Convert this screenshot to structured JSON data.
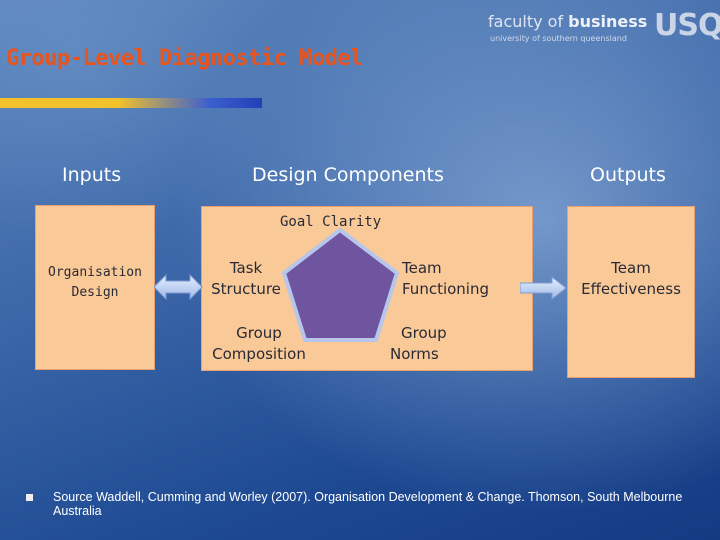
{
  "slide": {
    "title": "Group-Level Diagnostic Model"
  },
  "logo": {
    "faculty_prefix": "faculty of ",
    "faculty_bold": "business",
    "university": "university of southern queensland",
    "abbr": "USQ"
  },
  "columns": {
    "inputs": "Inputs",
    "design": "Design Components",
    "outputs": "Outputs"
  },
  "input_box": {
    "line1": "Organisation",
    "line2": "Design"
  },
  "design_box": {
    "goal": "Goal Clarity",
    "task": [
      "Task",
      "Structure"
    ],
    "team": [
      "Team",
      "Functioning"
    ],
    "composition": [
      "Group",
      "Composition"
    ],
    "norms": [
      "Group",
      "Norms"
    ]
  },
  "output_box": {
    "line1": "Team",
    "line2": "Effectiveness"
  },
  "footer": {
    "source": "Source Waddell, Cumming and Worley (2007). Organisation Development & Change. Thomson, South Melbourne Australia"
  },
  "colors": {
    "title": "#e8541e",
    "box_fill": "#f9c997",
    "pentagon_fill": "#6f559f",
    "pentagon_stroke": "#b7c6ea"
  }
}
